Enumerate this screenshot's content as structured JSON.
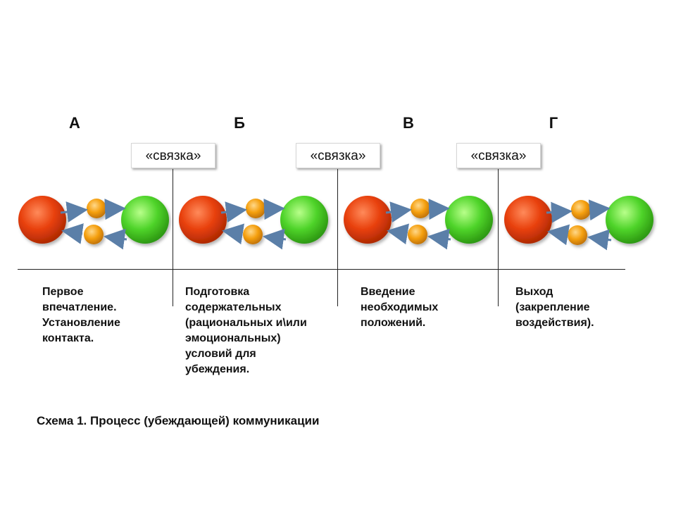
{
  "phases": [
    "А",
    "Б",
    "В",
    "Г"
  ],
  "links": [
    "«связка»",
    "«связка»",
    "«связка»"
  ],
  "stages": [
    "Первое\nвпечатление.\nУстановление\nконтакта.",
    "Подготовка\nсодержательных\n(рациональных и\\или\nэмоциональных)\nусловий  для\nубеждения.",
    "Введение\nнеобходимых\nположений.",
    "Выход\n(закрепление\nвоздействия)."
  ],
  "caption": "Схема 1. Процесс (убеждающей) коммуникации",
  "colors": {
    "sender": "#e8400c",
    "receiver": "#4fd42a",
    "message": "#f5a010",
    "arrow": "#5b7fa8"
  }
}
